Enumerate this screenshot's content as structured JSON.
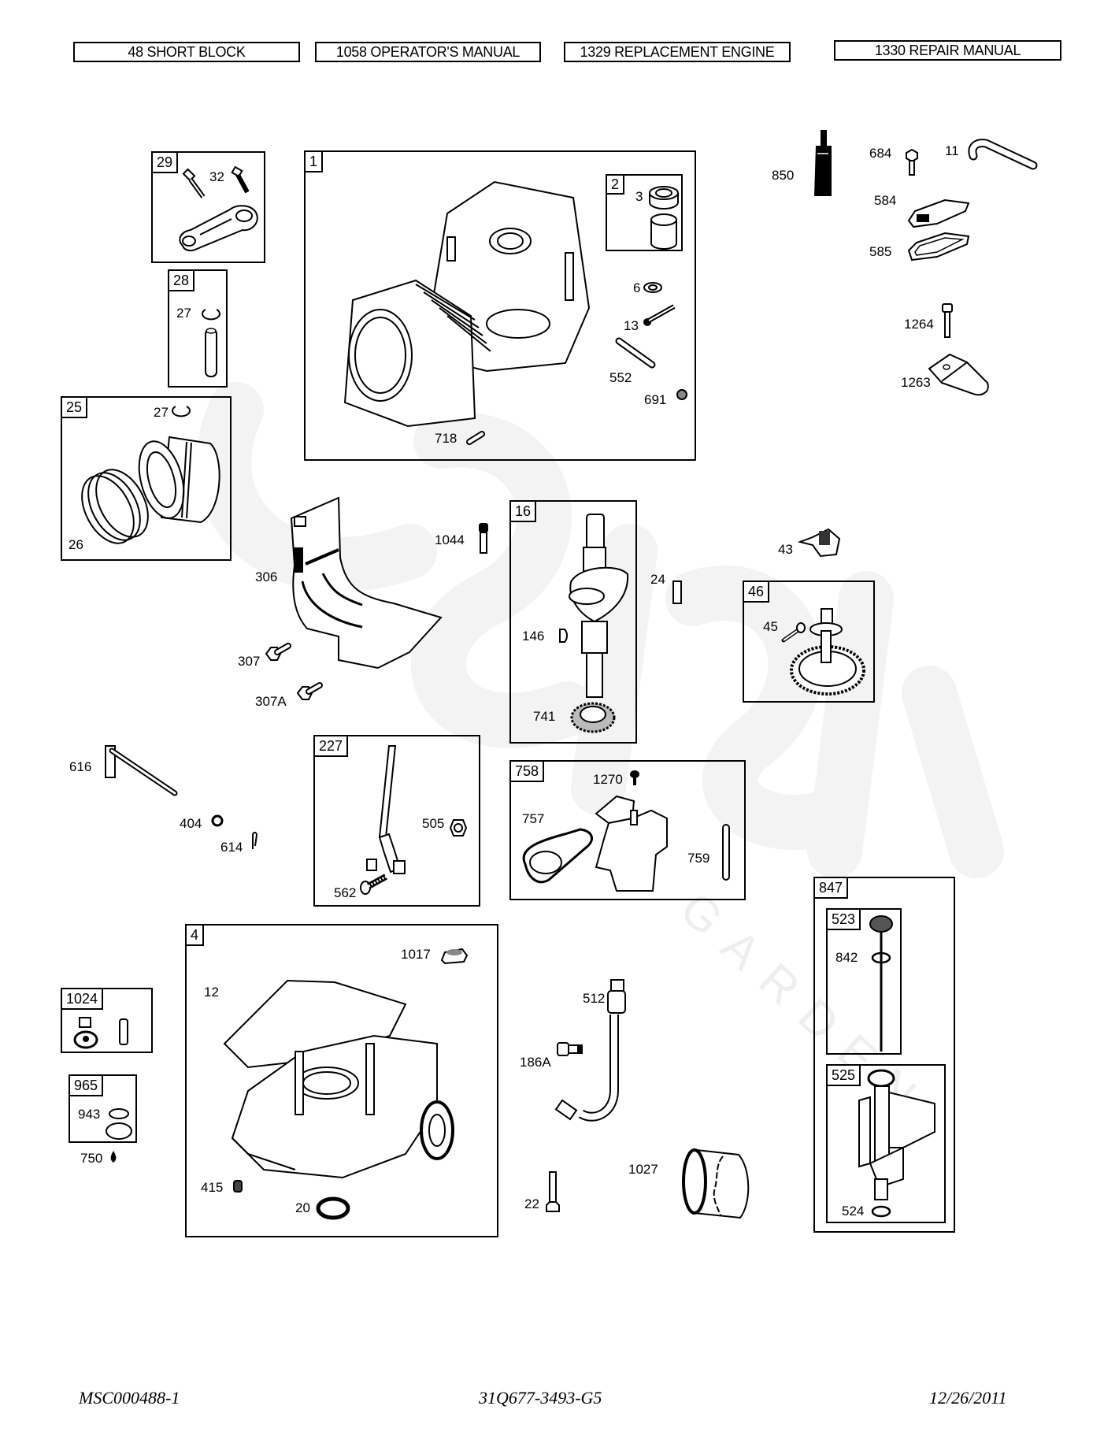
{
  "header_tabs": [
    {
      "label": "48 SHORT BLOCK"
    },
    {
      "label": "1058 OPERATOR'S MANUAL"
    },
    {
      "label": "1329 REPLACEMENT ENGINE"
    },
    {
      "label": "1330 REPAIR MANUAL"
    }
  ],
  "watermark": {
    "brand": "Stolzek",
    "sub": "GARDEN",
    "color": "#f2f2f2"
  },
  "groups": {
    "g29": {
      "number": "29",
      "parts": {
        "p32": "32"
      }
    },
    "g28": {
      "number": "28",
      "parts": {
        "p27": "27"
      }
    },
    "g25": {
      "number": "25",
      "parts": {
        "p27": "27",
        "p26": "26"
      }
    },
    "g1": {
      "number": "1",
      "parts": {
        "p6": "6",
        "p13": "13",
        "p552": "552",
        "p691": "691",
        "p718": "718"
      }
    },
    "g2": {
      "number": "2",
      "parts": {
        "p3": "3"
      }
    },
    "g16": {
      "number": "16",
      "parts": {
        "p146": "146",
        "p741": "741"
      }
    },
    "g46": {
      "number": "46",
      "parts": {
        "p45": "45"
      }
    },
    "g227": {
      "number": "227",
      "parts": {
        "p505": "505",
        "p562": "562"
      }
    },
    "g758": {
      "number": "758",
      "parts": {
        "p1270": "1270",
        "p757": "757",
        "p759": "759"
      }
    },
    "g4": {
      "number": "4",
      "parts": {
        "p1017": "1017",
        "p12": "12",
        "p415": "415",
        "p20": "20"
      }
    },
    "g1024": {
      "number": "1024"
    },
    "g965": {
      "number": "965",
      "parts": {
        "p943": "943"
      }
    },
    "g847": {
      "number": "847"
    },
    "g523": {
      "number": "523",
      "parts": {
        "p842": "842"
      }
    },
    "g525": {
      "number": "525",
      "parts": {
        "p524": "524"
      }
    }
  },
  "loose_parts": {
    "p850": "850",
    "p684": "684",
    "p11": "11",
    "p584": "584",
    "p585": "585",
    "p1264": "1264",
    "p1263": "1263",
    "p1044": "1044",
    "p306": "306",
    "p307": "307",
    "p307A": "307A",
    "p24": "24",
    "p43": "43",
    "p616": "616",
    "p404": "404",
    "p614": "614",
    "p750": "750",
    "p512": "512",
    "p186A": "186A",
    "p22": "22",
    "p1027": "1027"
  },
  "footer": {
    "left": "MSC000488-1",
    "center": "31Q677-3493-G5",
    "right": "12/26/2011"
  }
}
